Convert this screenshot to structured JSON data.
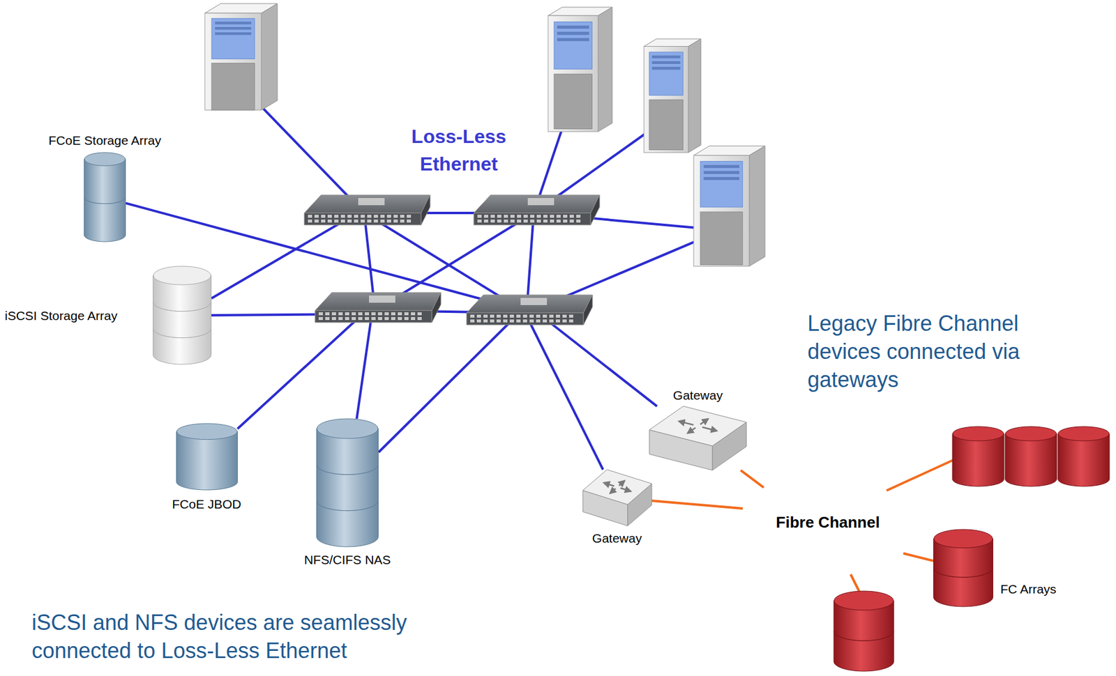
{
  "diagram": {
    "nodes": [
      {
        "text": [
          "Loss-Less Ethernet"
        ]
      },
      {
        "text": [
          "FCoE Storage Array"
        ]
      },
      {
        "text": [
          "iSCSI Storage Array"
        ]
      },
      {
        "text": [
          "FCoE JBOD"
        ]
      },
      {
        "text": [
          "NFS/CIFS NAS"
        ]
      },
      {
        "text": [
          "Gateway"
        ]
      },
      {
        "text": [
          "Gateway"
        ]
      },
      {
        "text": [
          "Fibre Channel"
        ]
      },
      {
        "text": [
          "FC Arrays"
        ]
      }
    ],
    "edges": [
      {
        "from": 1,
        "to": 0,
        "arrow": "none"
      },
      {
        "from": 2,
        "to": 0,
        "arrow": "none"
      },
      {
        "from": 2,
        "to": 0,
        "arrow": "none"
      },
      {
        "from": 3,
        "to": 0,
        "arrow": "none"
      },
      {
        "from": 4,
        "to": 0,
        "arrow": "none"
      },
      {
        "from": 4,
        "to": 0,
        "arrow": "none"
      },
      {
        "from": 5,
        "to": 0,
        "arrow": "none"
      },
      {
        "from": 6,
        "to": 0,
        "arrow": "none"
      },
      {
        "from": 5,
        "to": 7,
        "arrow": "none"
      },
      {
        "from": 6,
        "to": 7,
        "arrow": "none"
      },
      {
        "from": 7,
        "to": 8,
        "arrow": "none"
      }
    ],
    "labels": [
      "Legacy Fibre Channel devices connected via gateways",
      "iSCSI and NFS devices are seamlessly connected to Loss-Less Ethernet"
    ]
  }
}
